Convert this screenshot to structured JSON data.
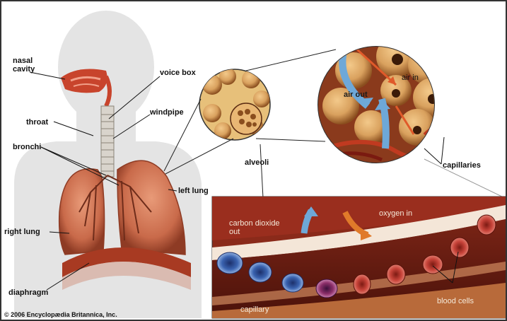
{
  "labels": {
    "nasal_cavity": "nasal\ncavity",
    "throat": "throat",
    "bronchi": "bronchi",
    "right_lung": "right lung",
    "diaphragm": "diaphragm",
    "voice_box": "voice box",
    "windpipe": "windpipe",
    "left_lung": "left lung",
    "alveoli": "alveoli",
    "air_in": "air in",
    "air_out": "air out",
    "capillaries": "capillaries",
    "carbon_dioxide_out": "carbon dioxide\nout",
    "oxygen_in": "oxygen in",
    "capillary": "capillary",
    "blood_cells": "blood cells"
  },
  "credit": "© 2006 Encyclopædia Britannica, Inc.",
  "colors": {
    "body_silhouette": "#e4e4e4",
    "lung": "#c96a4a",
    "lung_dark": "#8e3b24",
    "alveoli_tan": "#d9a15e",
    "vessel_dark": "#5a1a10",
    "blood_cell": "#b8332a",
    "co2_cell": "#3a63b0",
    "arrow_blue": "#6ea8d8",
    "arrow_orange": "#e07a2a"
  }
}
